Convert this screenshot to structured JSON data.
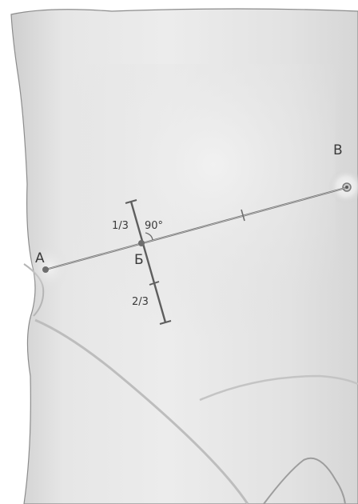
{
  "diagram": {
    "points": {
      "a": "А",
      "b": "Б",
      "c": "В"
    },
    "segments": {
      "upper_part": "1/3",
      "lower_part": "2/3"
    },
    "angle": "90°"
  },
  "colors": {
    "skin": "#dcdcdc",
    "shadow": "#9a9a9a",
    "line": "#7a7a7a",
    "line_dark": "#5a5a5a",
    "label": "#3a3a3a"
  }
}
